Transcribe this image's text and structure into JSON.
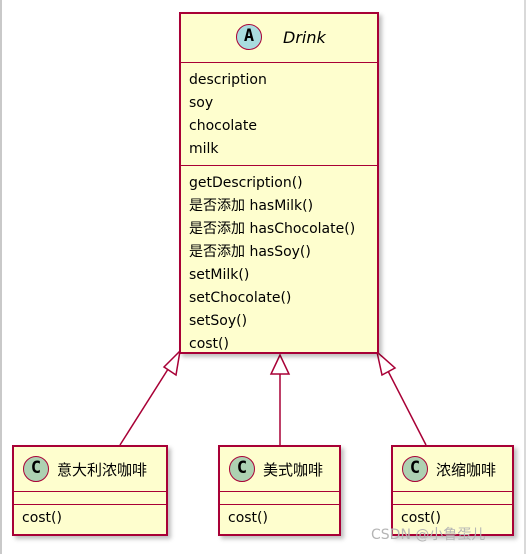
{
  "diagram": {
    "abstract_class": {
      "stereotype_letter": "A",
      "name": "Drink",
      "attributes": [
        "description",
        "soy",
        "chocolate",
        "milk"
      ],
      "methods": [
        "getDescription()",
        "是否添加 hasMilk()",
        "是否添加 hasChocolate()",
        "是否添加 hasSoy()",
        "setMilk()",
        "setChocolate()",
        "setSoy()",
        "cost()"
      ]
    },
    "subclasses": [
      {
        "stereotype_letter": "C",
        "name": "意大利浓咖啡",
        "methods": [
          "cost()"
        ]
      },
      {
        "stereotype_letter": "C",
        "name": "美式咖啡",
        "methods": [
          "cost()"
        ]
      },
      {
        "stereotype_letter": "C",
        "name": "浓缩咖啡",
        "methods": [
          "cost()"
        ]
      }
    ],
    "colors": {
      "class_fill": "#fefece",
      "border": "#a80036",
      "abstract_badge": "#a9dcdf",
      "class_badge": "#add1b2"
    }
  },
  "watermark": "CSDN @小鲁蛋儿"
}
